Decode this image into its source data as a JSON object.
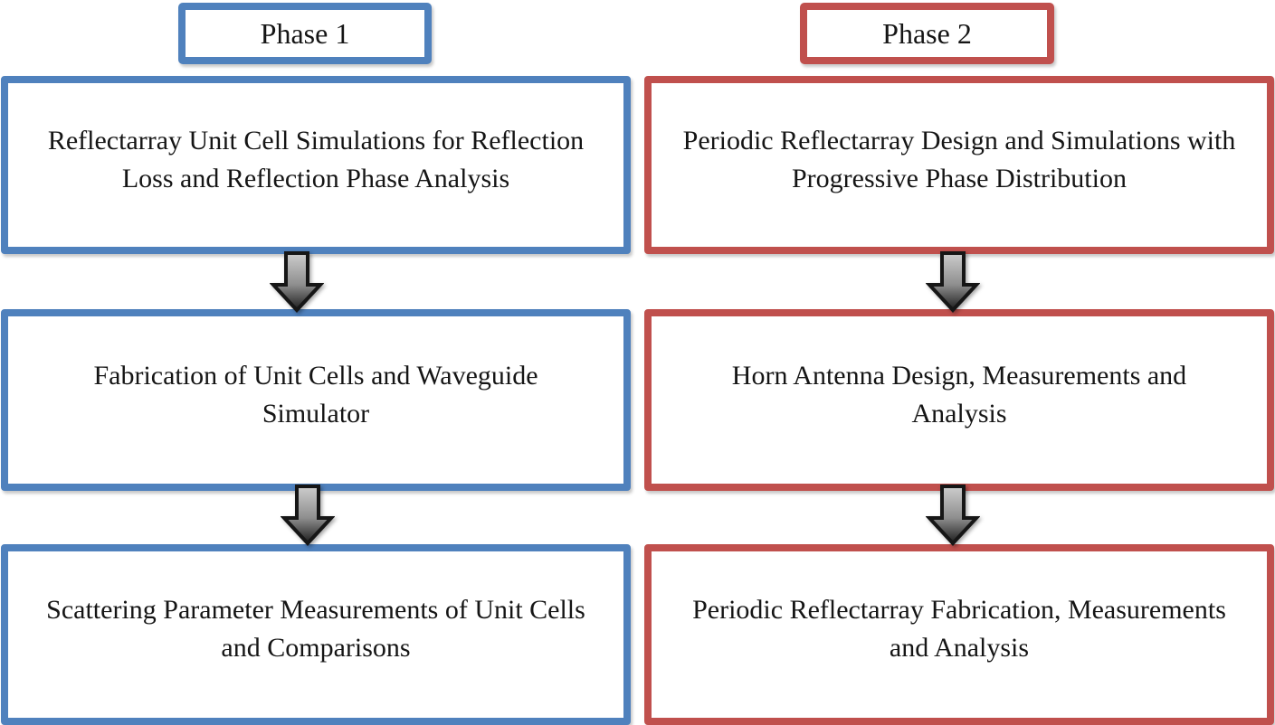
{
  "diagram": {
    "title_implicit": "Two-phase research methodology flowchart",
    "columns": [
      {
        "header": "Phase 1",
        "boxes": [
          {
            "label": "Reflectarray Unit Cell Simulations for Reflection Loss and Reflection Phase Analysis"
          },
          {
            "label": "Fabrication of Unit Cells and Waveguide Simulator"
          },
          {
            "label": "Scattering Parameter Measurements of Unit Cells and Comparisons"
          }
        ]
      },
      {
        "header": "Phase 2",
        "boxes": [
          {
            "label": "Periodic Reflectarray Design and Simulations with Progressive Phase Distribution"
          },
          {
            "label": "Horn Antenna Design, Measurements and Analysis"
          },
          {
            "label": "Periodic Reflectarray Fabrication, Measurements and Analysis"
          }
        ]
      }
    ],
    "connectors": [
      {
        "from": "phase1-box-1",
        "to": "phase1-box-2",
        "icon": "down-block-arrow"
      },
      {
        "from": "phase1-box-2",
        "to": "phase1-box-3",
        "icon": "down-block-arrow"
      },
      {
        "from": "phase2-box-1",
        "to": "phase2-box-2",
        "icon": "down-block-arrow"
      },
      {
        "from": "phase2-box-2",
        "to": "phase2-box-3",
        "icon": "down-block-arrow"
      }
    ]
  },
  "colors": {
    "phase1_border": "#4f81bd",
    "phase2_border": "#c0504d",
    "text": "#151515",
    "background": "#ffffff",
    "arrow_outline": "#161616",
    "arrow_fill_top": "#cdcdcd",
    "arrow_fill_mid": "#8f8f8f",
    "arrow_fill_bottom": "#1c1c1c"
  }
}
